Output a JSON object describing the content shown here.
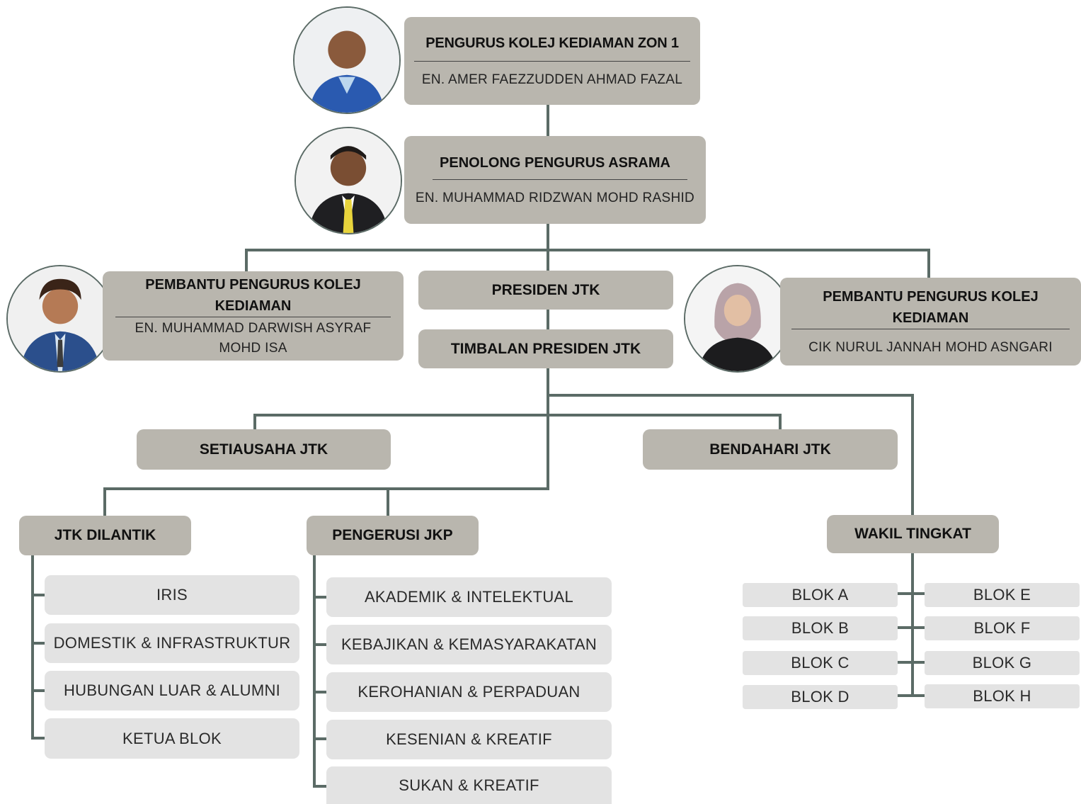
{
  "manager": {
    "title": "PENGURUS KOLEJ KEDIAMAN ZON 1",
    "name": "EN. AMER FAEZZUDDEN AHMAD FAZAL"
  },
  "assistant_manager": {
    "title": "PENOLONG PENGURUS ASRAMA",
    "name": "EN. MUHAMMAD RIDZWAN MOHD RASHID"
  },
  "aide_left": {
    "title_line1": "PEMBANTU PENGURUS KOLEJ",
    "title_line2": "KEDIAMAN",
    "name_line1": "EN. MUHAMMAD DARWISH ASYRAF",
    "name_line2": "MOHD ISA"
  },
  "aide_right": {
    "title_line1": "PEMBANTU PENGURUS KOLEJ",
    "title_line2": "KEDIAMAN",
    "name": "CIK NURUL JANNAH MOHD ASNGARI"
  },
  "president": "PRESIDEN JTK",
  "vice_president": "TIMBALAN PRESIDEN JTK",
  "secretary": "SETIAUSAHA JTK",
  "treasurer": "BENDAHARI JTK",
  "appointed": {
    "title": "JTK DILANTIK",
    "items": [
      "IRIS",
      "DOMESTIK & INFRASTRUKTUR",
      "HUBUNGAN LUAR & ALUMNI",
      "KETUA BLOK"
    ]
  },
  "jkp": {
    "title": "PENGERUSI JKP",
    "items": [
      "AKADEMIK & INTELEKTUAL",
      "KEBAJIKAN & KEMASYARAKATAN",
      "KEROHANIAN & PERPADUAN",
      "KESENIAN & KREATIF",
      "SUKAN & KREATIF"
    ]
  },
  "floor_reps": {
    "title": "WAKIL TINGKAT",
    "left": [
      "BLOK A",
      "BLOK B",
      "BLOK C",
      "BLOK D"
    ],
    "right": [
      "BLOK E",
      "BLOK F",
      "BLOK G",
      "BLOK H"
    ]
  },
  "colors": {
    "connector": "#5b6b66",
    "dark_box": "#b9b6ae",
    "light_box": "#e3e3e3"
  }
}
